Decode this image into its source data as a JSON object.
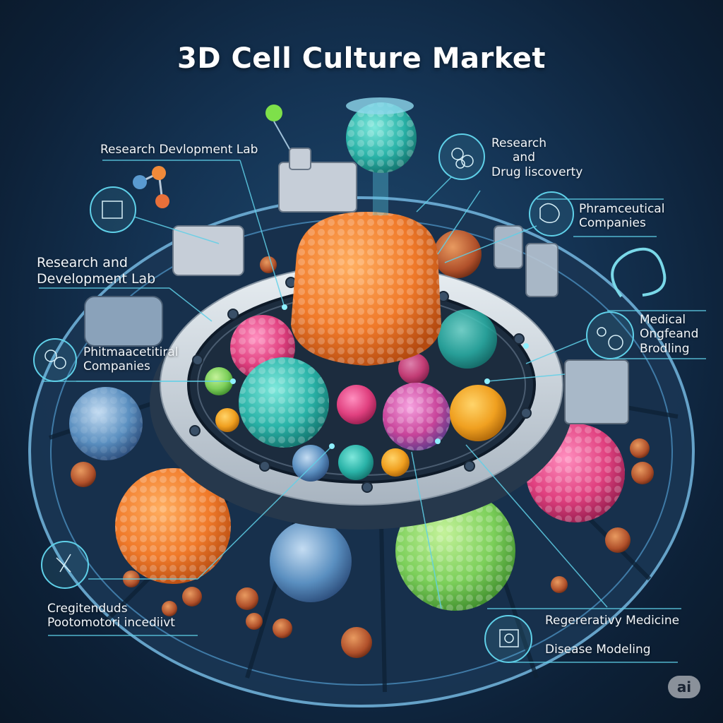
{
  "title": "3D Cell Culture Market",
  "labels": {
    "top_left": "Research Devlopment Lab",
    "top_right": {
      "line1": "Research",
      "line2": "and",
      "line3": "Drug liscoverty"
    },
    "right_upper": {
      "line1": "Phramceutical",
      "line2": "Companies"
    },
    "left_mid": {
      "line1": "Research and",
      "line2": "Development Lab"
    },
    "left_lower": {
      "line1": "Phitmaacetitiral",
      "line2": "Companies"
    },
    "right_mid": {
      "line1": "Medical",
      "line2": "Ongfeand",
      "line3": "Brodling"
    },
    "bottom_left": {
      "line1": "Cregitenduds",
      "line2": "Pootomotori incediivt"
    },
    "bottom_right_1": "Regererativy Medicine",
    "bottom_right_2": "Disease Modeling"
  },
  "badge": "ai",
  "colors": {
    "background": "#0d2138",
    "accent_line": "#5fd0e8",
    "ring": "#cfd8e0",
    "orange_cell": "#f07a2a",
    "teal_cell": "#2ab3a8",
    "pink_cell": "#e0407f",
    "green_cell": "#7ccf5a",
    "blue_cell": "#4a7fb0",
    "yellow_cell": "#f0a020"
  }
}
